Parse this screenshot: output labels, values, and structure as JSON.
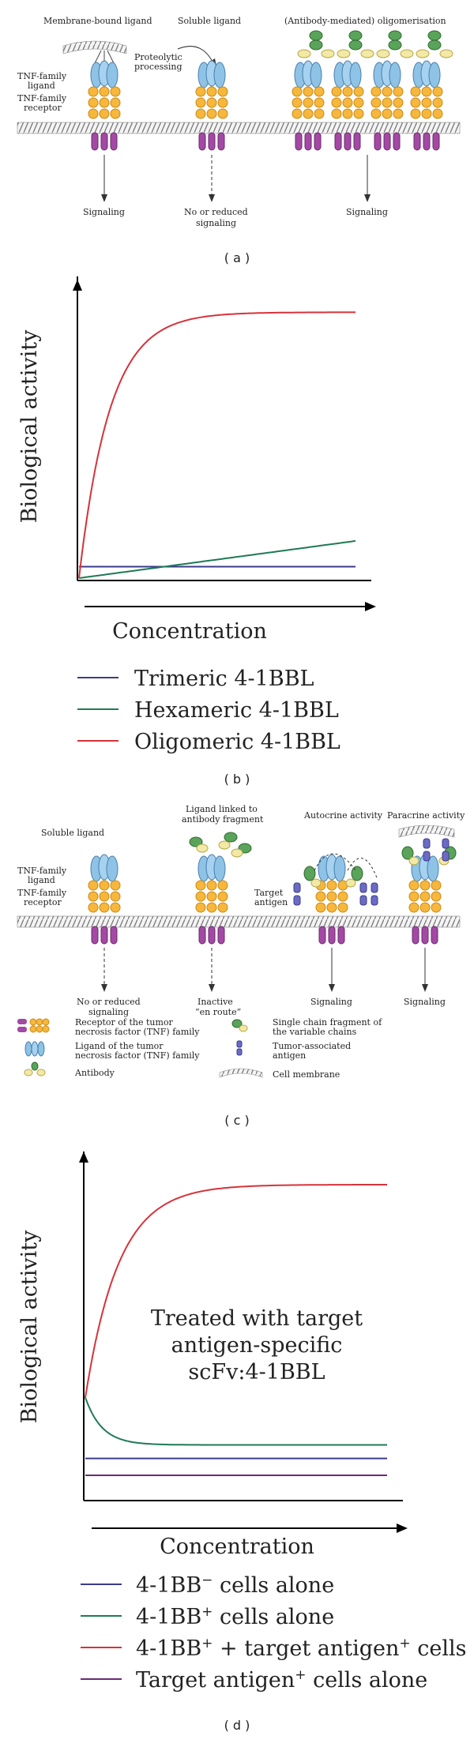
{
  "panel_a": {
    "letter": "( a )",
    "labels": {
      "membrane_bound": "Membrane-bound ligand",
      "soluble": "Soluble ligand",
      "oligomerisation": "(Antibody-mediated) oligomerisation",
      "tnf_ligand_l1": "TNF-family",
      "tnf_ligand_l2": "ligand",
      "tnf_receptor_l1": "TNF-family",
      "tnf_receptor_l2": "receptor",
      "proteolytic_l1": "Proteolytic",
      "proteolytic_l2": "processing",
      "signaling_1": "Signaling",
      "reduced_l1": "No or reduced",
      "reduced_l2": "signaling",
      "signaling_3": "Signaling"
    }
  },
  "panel_b": {
    "letter": "( b )",
    "chart_data": {
      "type": "line",
      "xlabel": "Concentration",
      "ylabel": "Biological activity",
      "series": [
        {
          "name": "Trimeric 4-1BBL",
          "color": "#3b3b8c",
          "shape": "flat",
          "level": 0.04
        },
        {
          "name": "Hexameric 4-1BBL",
          "color": "#1f7a55",
          "shape": "linear",
          "start": 0.0,
          "end": 0.13
        },
        {
          "name": "Oligomeric 4-1BBL",
          "color": "#d6323a",
          "shape": "saturating",
          "plateau": 0.93
        }
      ]
    }
  },
  "panel_c": {
    "letter": "( c )",
    "labels": {
      "soluble": "Soluble ligand",
      "linked_l1": "Ligand linked to",
      "linked_l2": "antibody fragment",
      "autocrine": "Autocrine activity",
      "paracrine": "Paracrine activity",
      "tnf_ligand_l1": "TNF-family",
      "tnf_ligand_l2": "ligand",
      "tnf_receptor_l1": "TNF-family",
      "tnf_receptor_l2": "receptor",
      "target_l1": "Target",
      "target_l2": "antigen",
      "reduced_l1": "No or reduced",
      "reduced_l2": "signaling",
      "inactive_l1": "Inactive",
      "inactive_l2": "“en route”",
      "signaling_3": "Signaling",
      "signaling_4": "Signaling"
    },
    "legend": {
      "receptor_l1": "Receptor of the tumor",
      "receptor_l2": "necrosis factor (TNF) family",
      "ligand_l1": "Ligand of the tumor",
      "ligand_l2": "necrosis factor (TNF) family",
      "antibody": "Antibody",
      "scfv_l1": "Single chain fragment of",
      "scfv_l2": "the variable chains",
      "tumor_l1": "Tumor-associated",
      "tumor_l2": "antigen",
      "membrane": "Cell membrane"
    }
  },
  "panel_d": {
    "letter": "( d )",
    "annotation_l1": "Treated with target",
    "annotation_l2": "antigen-specific",
    "annotation_l3": "scFv:4-1BBL",
    "chart_data": {
      "type": "line",
      "xlabel": "Concentration",
      "ylabel": "Biological activity",
      "series": [
        {
          "name_base": "4-1BB",
          "name_sup": "−",
          "name_rest": " cells alone",
          "color": "#3b3b8c",
          "shape": "flat",
          "level": 0.12
        },
        {
          "name_base": "4-1BB",
          "name_sup": "+",
          "name_rest": " cells alone",
          "color": "#1f7a55",
          "shape": "decay",
          "start": 0.3,
          "plateau": 0.16
        },
        {
          "name_base": "4-1BB",
          "name_sup": "+",
          "name_rest": " + target antigen",
          "name_sup2": "+",
          "name_rest2": " cells",
          "color": "#d6323a",
          "shape": "saturating",
          "start": 0.3,
          "plateau": 0.93
        },
        {
          "name_base": "Target antigen",
          "name_sup": "+",
          "name_rest": " cells alone",
          "color": "#6a2b74",
          "shape": "flat",
          "level": 0.07
        }
      ]
    }
  }
}
